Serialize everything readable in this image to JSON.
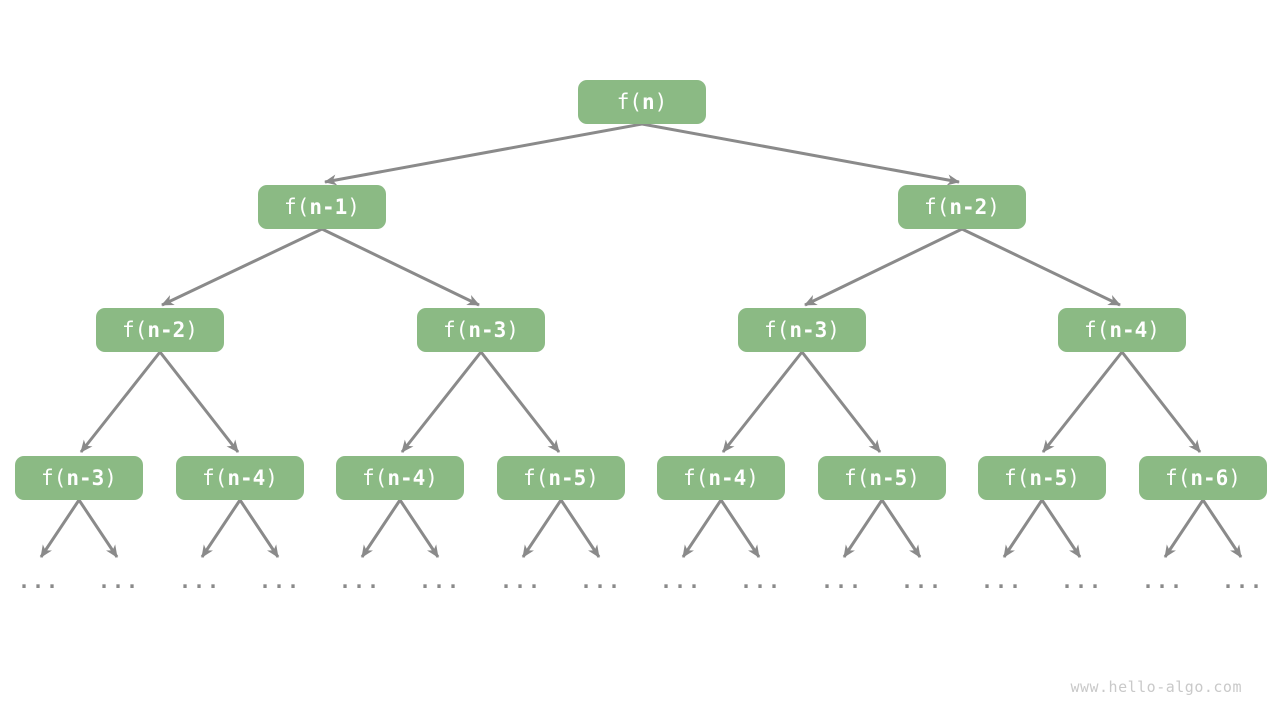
{
  "watermark": {
    "text": "www.hello-algo.com"
  },
  "labels": {
    "fn_prefix": "f(",
    "fn_suffix": ")",
    "ellipsis": "..."
  },
  "colors": {
    "node_fill": "#8bba84",
    "node_text": "#ffffff",
    "edge": "#8a8a8a",
    "watermark_text": "#c9c9c9",
    "background": "#ffffff"
  },
  "tree": {
    "levels": [
      {
        "nodes": [
          {
            "arg": "n"
          }
        ]
      },
      {
        "nodes": [
          {
            "arg": "n-1"
          },
          {
            "arg": "n-2"
          }
        ]
      },
      {
        "nodes": [
          {
            "arg": "n-2"
          },
          {
            "arg": "n-3"
          },
          {
            "arg": "n-3"
          },
          {
            "arg": "n-4"
          }
        ]
      },
      {
        "nodes": [
          {
            "arg": "n-3"
          },
          {
            "arg": "n-4"
          },
          {
            "arg": "n-4"
          },
          {
            "arg": "n-5"
          },
          {
            "arg": "n-4"
          },
          {
            "arg": "n-5"
          },
          {
            "arg": "n-5"
          },
          {
            "arg": "n-6"
          }
        ]
      }
    ],
    "leaf_ellipsis_count": 16
  }
}
